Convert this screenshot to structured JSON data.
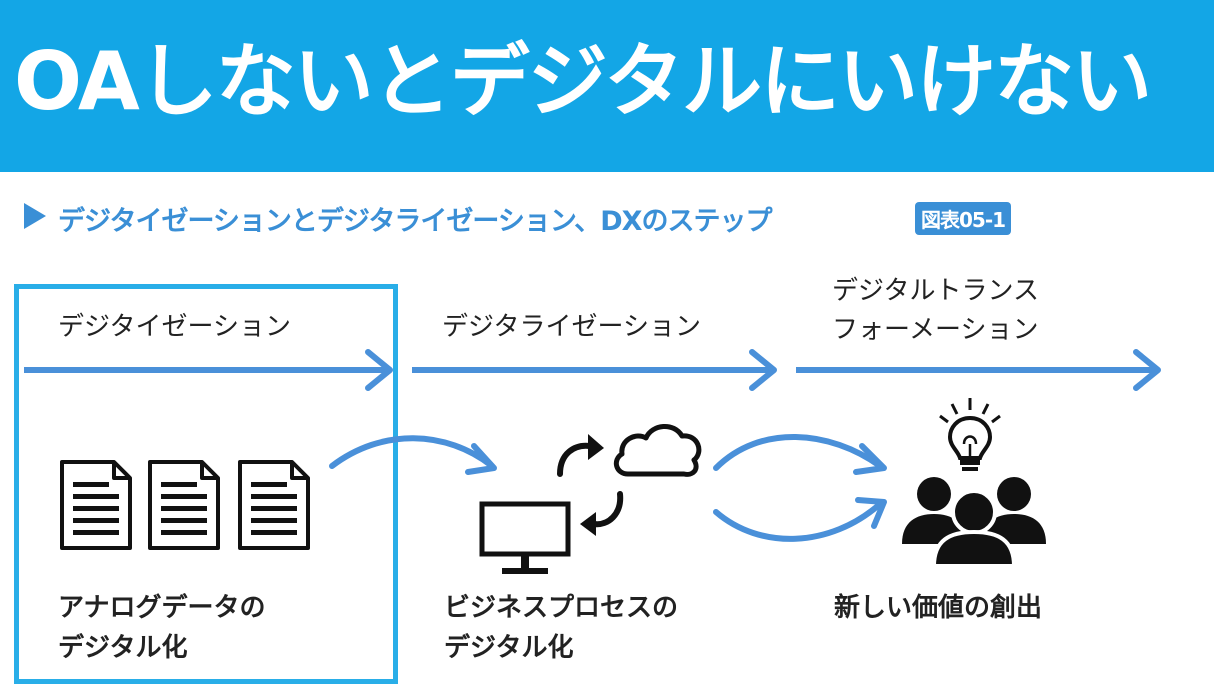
{
  "banner": {
    "title": "OAしないとデジタルにいけない"
  },
  "subtitle": {
    "text": "デジタイゼーションとデジタライゼーション、DXのステップ",
    "badge": "図表05-1"
  },
  "steps": [
    {
      "label": "デジタイゼーション",
      "caption_line1": "アナログデータの",
      "caption_line2": "デジタル化"
    },
    {
      "label": "デジタライゼーション",
      "caption_line1": "ビジネスプロセスの",
      "caption_line2": "デジタル化"
    },
    {
      "label_line1": "デジタルトランス",
      "label_line2": "フォーメーション",
      "caption_line1": "新しい価値の創出"
    }
  ],
  "icons": [
    "document-icon",
    "document-icon",
    "document-icon",
    "sync-arrows-icon",
    "cloud-icon",
    "monitor-icon",
    "lightbulb-icon",
    "people-group-icon"
  ],
  "colors": {
    "banner": "#13a6e6",
    "accent": "#3a8fd6",
    "highlight_border": "#29aee8",
    "arrow": "#4a90d9"
  }
}
